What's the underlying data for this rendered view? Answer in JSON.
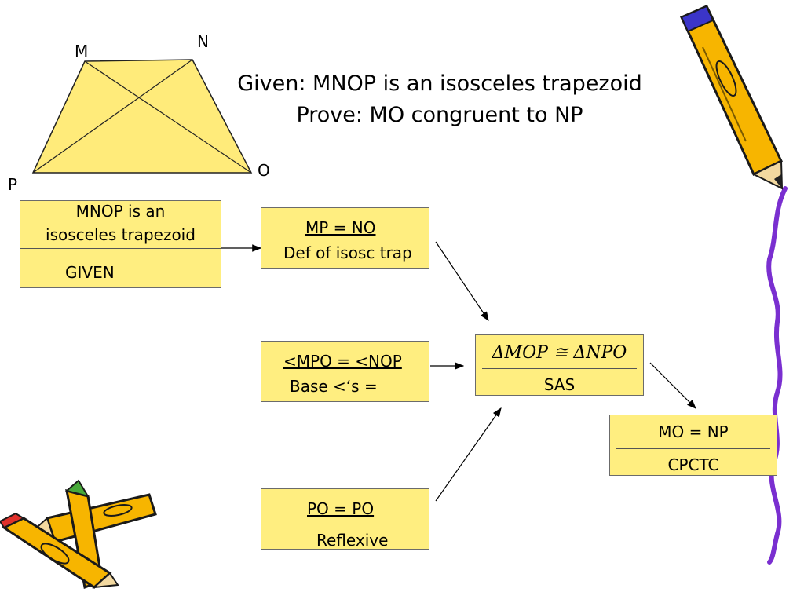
{
  "diagram": {
    "vertex_m": "M",
    "vertex_n": "N",
    "vertex_o": "O",
    "vertex_p": "P"
  },
  "heading": {
    "given": "Given: MNOP is an isosceles trapezoid",
    "prove": "Prove: MO congruent to NP"
  },
  "proof": {
    "given_box": {
      "statement_line1": "MNOP is an",
      "statement_line2": "isosceles trapezoid",
      "reason": "GIVEN"
    },
    "sides_box": {
      "statement": "MP = NO",
      "reason": "Def of isosc trap"
    },
    "angles_box": {
      "statement": "<MPO = <NOP",
      "reason": "Base <‘s ="
    },
    "reflexive_box": {
      "statement": "PO = PO",
      "reason": "Reflexive"
    },
    "triangles_box": {
      "statement": "ΔMOP ≅ ΔNPO",
      "reason": "SAS"
    },
    "conclusion_box": {
      "statement": "MO = NP",
      "reason": "CPCTC"
    }
  },
  "colors": {
    "box_fill": "#ffee80",
    "trapezoid_fill": "#ffeb7a",
    "pencil_body": "#f7b500",
    "pencil_outline": "#1a1a1a",
    "squiggle": "#7a2fd0"
  },
  "decorations": [
    "pencil-icon",
    "pencils-icon",
    "squiggle-line"
  ]
}
